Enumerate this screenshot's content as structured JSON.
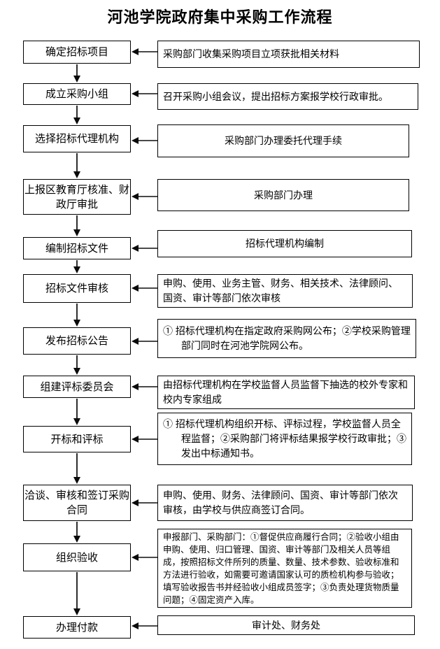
{
  "title": "河池学院政府集中采购工作流程",
  "steps": [
    {
      "label": "确定招标项目",
      "note": "采购部门收集采购项目立项获批相关材料"
    },
    {
      "label": "成立采购小组",
      "note": "召开采购小组会议，提出招标方案报学校行政审批。"
    },
    {
      "label": "选择招标代理机构",
      "note": "采购部门办理委托代理手续"
    },
    {
      "label": "上报区教育厅核准、财政厅审批",
      "note": "采购部门办理"
    },
    {
      "label": "编制招标文件",
      "note": "招标代理机构编制"
    },
    {
      "label": "招标文件审核",
      "note": "申购、使用、业务主管、财务、相关技术、法律顾问、国资、审计等部门依次审核"
    },
    {
      "label": "发布招标公告",
      "note": "① 招标代理机构在指定政府采购网公布；②学校采购管理部门同时在河池学院网公布。"
    },
    {
      "label": "组建评标委员会",
      "note": "由招标代理机构在学校监督人员监督下抽选的校外专家和校内专家组成"
    },
    {
      "label": "开标和评标",
      "note": "① 招标代理机构组织开标、评标过程，学校监督人员全程监督；②采购部门将评标结果报学校行政审批；③发出中标通知书。"
    },
    {
      "label": "洽谈、审核和签订采购合同",
      "note": "申购、使用、财务、法律顾问、国资、审计等部门依次审核，由学校与供应商签订合同。"
    },
    {
      "label": "组织验收",
      "note": "申报部门、采购部门：①督促供应商履行合同；②验收小组由申购、使用、归口管理、国资、审计等部门及相关人员等组成，按照招标文件所列的质量、数量、技术参数、验收标准和方法进行验收，如需要可邀请国家认可的质检机构参与验收；填写验收报告书并经验收小组成员签字；③负责处理货物质量问题；④固定资产入库。"
    },
    {
      "label": "办理付款",
      "note": "审计处、财务处"
    }
  ]
}
